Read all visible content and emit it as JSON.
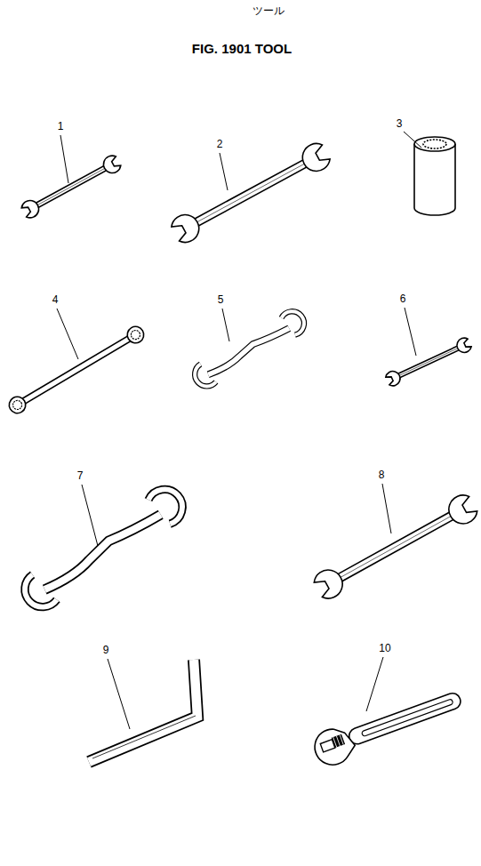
{
  "diagram": {
    "title": "FIG. 1901 TOOL",
    "labels": [
      "ツール",
      "1",
      "2",
      "3",
      "4",
      "5",
      "6",
      "7",
      "8",
      "9",
      "10"
    ]
  }
}
